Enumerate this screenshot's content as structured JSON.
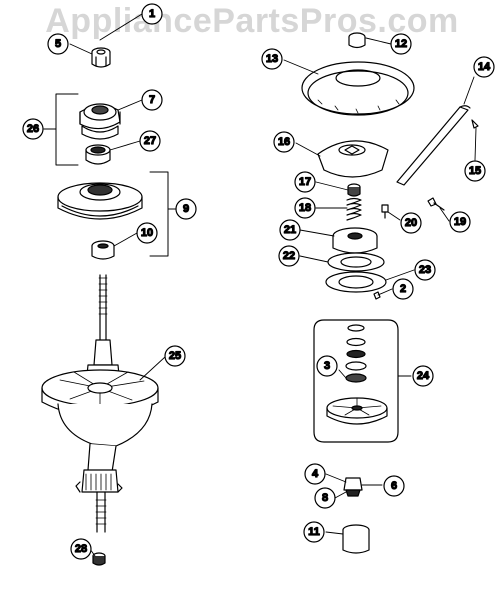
{
  "watermark": "AppliancePartsPros.com",
  "callouts": {
    "c1": "1",
    "c2": "2",
    "c3": "3",
    "c4": "4",
    "c5": "5",
    "c6": "6",
    "c7": "7",
    "c8": "8",
    "c9": "9",
    "c10": "10",
    "c11": "11",
    "c12": "12",
    "c13": "13",
    "c14": "14",
    "c15": "15",
    "c16": "16",
    "c17": "17",
    "c18": "18",
    "c19": "19",
    "c20": "20",
    "c21": "21",
    "c22": "22",
    "c23": "23",
    "c24": "24",
    "c25": "25",
    "c26": "26",
    "c27": "27",
    "c28": "28"
  }
}
